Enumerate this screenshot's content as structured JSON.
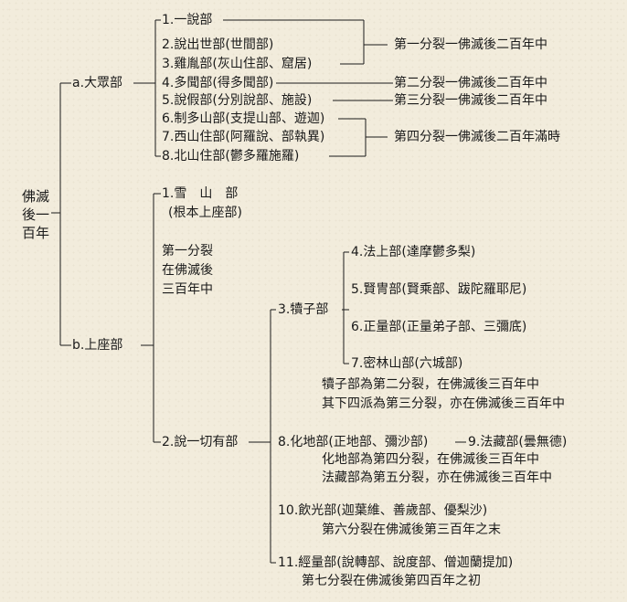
{
  "root": {
    "line1": "佛滅",
    "line2": "後一",
    "line3": "百年"
  },
  "mahasanghika": {
    "label": "a.大眾部",
    "items": [
      "1.一說部",
      "2.說出世部(世間部)",
      "3.雞胤部(灰山住部、窟居)",
      "4.多聞部(得多聞部)",
      "5.說假部(分別說部、施設)",
      "6.制多山部(支提山部、遊迦)",
      "7.西山住部(阿羅說、部執異)",
      "8.北山住部(鬱多羅施羅)"
    ],
    "splits": [
      "第一分裂一佛滅後二百年中",
      "第二分裂一佛滅後二百年中",
      "第三分裂一佛滅後二百年中",
      "第四分裂一佛滅後二百年滿時"
    ]
  },
  "sthavira": {
    "label": "b.上座部",
    "snow_mountain": {
      "name": "1.雪　山　部",
      "alt": "(根本上座部)"
    },
    "first_split": {
      "line1": "第一分裂",
      "line2": "在佛滅後",
      "line3": "三百年中"
    },
    "sarvastivada": "2.說一切有部",
    "vatsiputriya": "3.犢子部",
    "vatsi_subs": [
      "4.法上部(達摩鬱多梨)",
      "5.賢冑部(賢乘部、跋陀羅耶尼)",
      "6.正量部(正量弟子部、三彌底)",
      "7.密林山部(六城部)"
    ],
    "vatsi_notes": [
      "犢子部為第二分裂，在佛滅後三百年中",
      "其下四派為第三分裂，亦在佛滅後三百年中"
    ],
    "mahisasaka": "8.化地部(正地部、彌沙部)",
    "dharmaguptaka": "9.法藏部(曇無德)",
    "mahi_notes": [
      "化地部為第四分裂，在佛滅後三百年中",
      "法藏部為第五分裂，亦在佛滅後三百年中"
    ],
    "kasyapiya": "10.飲光部(迦葉維、善歲部、優梨沙)",
    "kasyapiya_note": "第六分裂在佛滅後第三百年之末",
    "sautrantika": "11.經量部(說轉部、說度部、僧迦蘭提加)",
    "sautrantika_note": "第七分裂在佛滅後第四百年之初"
  }
}
